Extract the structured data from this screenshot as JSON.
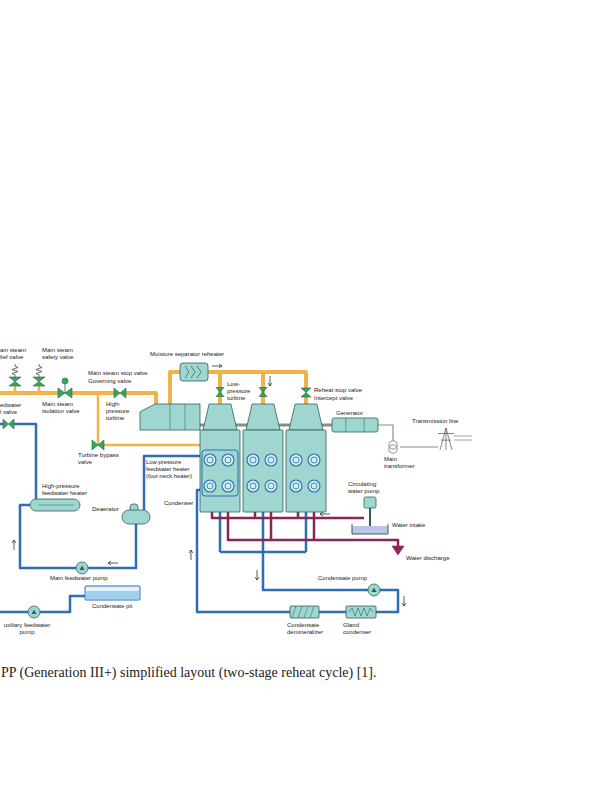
{
  "diagram": {
    "caption": "PP (Generation III+) simplified layout (two-stage reheat cycle) [1].",
    "nodes": [
      {
        "text": [
          "ain steam lief valve"
        ]
      },
      {
        "text": [
          "Main steam safety valve"
        ]
      },
      {
        "text": [
          "Moisture separator reheater"
        ]
      },
      {
        "text": [
          "Main steam stop valve",
          "Governing valve"
        ]
      },
      {
        "text": [
          "Main steam isolation valve"
        ]
      },
      {
        "text": [
          "edwater l valve"
        ]
      },
      {
        "text": [
          "High- pressure turbine"
        ]
      },
      {
        "text": [
          "Low- pressure turbine"
        ]
      },
      {
        "text": [
          "Reheat stop valve",
          "Intercept valve"
        ]
      },
      {
        "text": [
          "Generator"
        ]
      },
      {
        "text": [
          "Transmission line"
        ]
      },
      {
        "text": [
          "Main transformer"
        ]
      },
      {
        "text": [
          "Turbine bypass valve"
        ]
      },
      {
        "text": [
          "Condenser"
        ]
      },
      {
        "text": [
          "Low-pressure feedwater heater (four-neck heater)"
        ],
        "in": 13
      },
      {
        "text": [
          "High-pressure feedwater heater"
        ]
      },
      {
        "text": [
          "Deaerator"
        ]
      },
      {
        "text": [
          "Circulating water pump"
        ]
      },
      {
        "text": [
          "Water intake"
        ]
      },
      {
        "text": [
          "Water discharge"
        ]
      },
      {
        "text": [
          "Main feedwater pump"
        ]
      },
      {
        "text": [
          "Condensate pump"
        ]
      },
      {
        "text": [
          "Condensate pit"
        ]
      },
      {
        "text": [
          "uxiliary feedwater pump"
        ]
      },
      {
        "text": [
          "Condensate demineralizer"
        ]
      },
      {
        "text": [
          "Gland condenser"
        ]
      }
    ],
    "edges": [
      {
        "from": 4,
        "to": 3,
        "arrow": "none"
      },
      {
        "from": 3,
        "to": 6,
        "arrow": "none"
      },
      {
        "from": 6,
        "to": 2,
        "arrow": "none"
      },
      {
        "from": 2,
        "to": 7,
        "arrow": "none"
      },
      {
        "from": 2,
        "to": 8,
        "arrow": "none"
      },
      {
        "from": 9,
        "to": 11,
        "arrow": "none"
      },
      {
        "from": 11,
        "to": 10,
        "arrow": "none"
      },
      {
        "from": 12,
        "to": 13,
        "arrow": "none"
      },
      {
        "from": 13,
        "to": 21,
        "arrow": "none"
      },
      {
        "from": 21,
        "to": 25,
        "arrow": "none"
      },
      {
        "from": 25,
        "to": 24,
        "arrow": "none"
      },
      {
        "from": 24,
        "to": 14,
        "arrow": "none"
      },
      {
        "from": 14,
        "to": 16,
        "arrow": "none"
      },
      {
        "from": 16,
        "to": 20,
        "arrow": "none"
      },
      {
        "from": 20,
        "to": 15,
        "arrow": "none"
      },
      {
        "from": 15,
        "to": 5,
        "arrow": "none"
      },
      {
        "from": 17,
        "to": 13,
        "arrow": "none"
      },
      {
        "from": 13,
        "to": 19,
        "arrow": "none"
      },
      {
        "from": 22,
        "to": 23,
        "arrow": "none"
      }
    ]
  }
}
